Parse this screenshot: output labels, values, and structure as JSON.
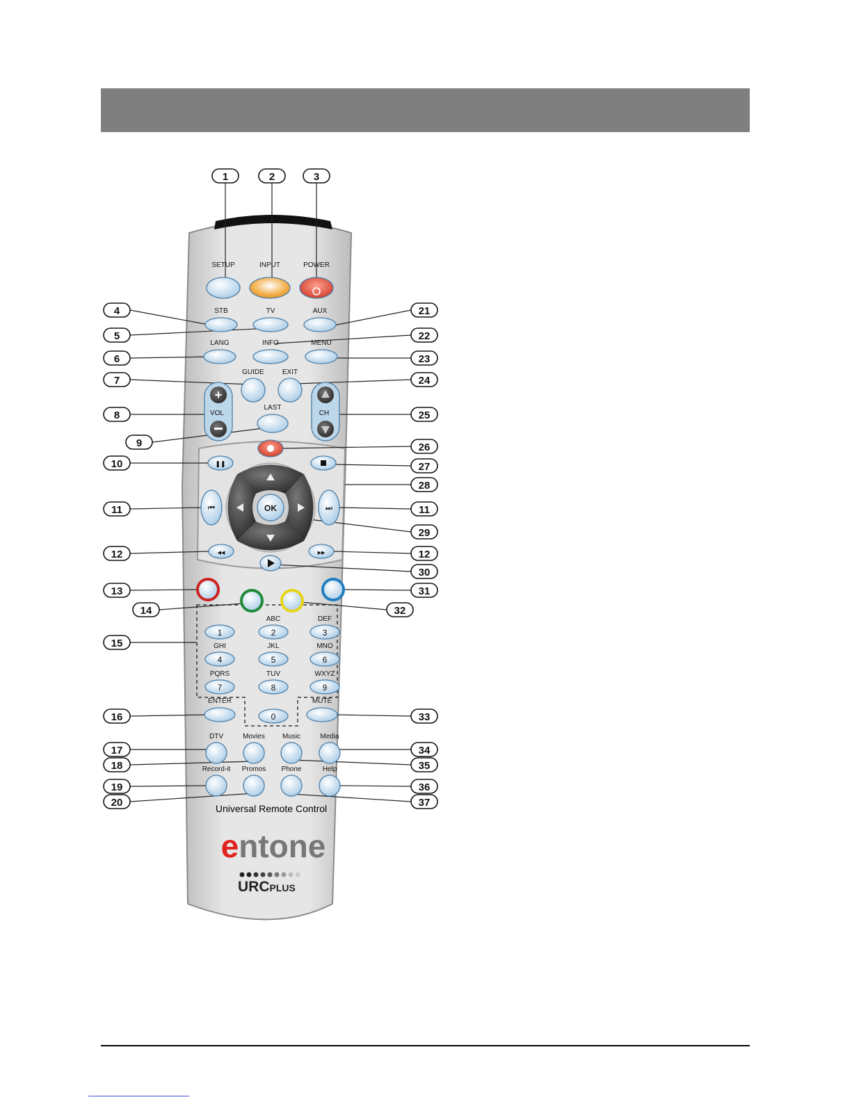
{
  "colors": {
    "header": "#7f7f7f",
    "remote_body": "#d9d9d9",
    "remote_top": "#1a1a1a",
    "button_blue": "#cfe3f2",
    "input_orange": "#f0a33a",
    "power_red": "#e0503a",
    "record_red": "#e02020",
    "color_red": "#cc2222",
    "color_green": "#1f8a3a",
    "color_yellow": "#e8d51a",
    "color_blue": "#1f7ec0",
    "brand_red": "#e0231c",
    "brand_gray": "#777777"
  },
  "remote": {
    "buttons": {
      "setup": "SETUP",
      "input": "INPUT",
      "power": "POWER",
      "stb": "STB",
      "tv": "TV",
      "aux": "AUX",
      "lang": "LANG",
      "info": "INFO",
      "menu": "MENU",
      "guide": "GUIDE",
      "exit": "EXIT",
      "vol": "VOL",
      "ch": "CH",
      "last": "LAST",
      "ok": "OK",
      "enter": "ENTER",
      "mute": "MUTE",
      "dtv": "DTV",
      "movies": "Movies",
      "music": "Music",
      "media": "Media",
      "record_it": "Record-it",
      "promos": "Promos",
      "phone": "Phone",
      "help": "Help"
    },
    "keypad": [
      {
        "digit": "1",
        "letters": ""
      },
      {
        "digit": "2",
        "letters": "ABC"
      },
      {
        "digit": "3",
        "letters": "DEF"
      },
      {
        "digit": "4",
        "letters": "GHI"
      },
      {
        "digit": "5",
        "letters": "JKL"
      },
      {
        "digit": "6",
        "letters": "MNO"
      },
      {
        "digit": "7",
        "letters": "PQRS"
      },
      {
        "digit": "8",
        "letters": "TUV"
      },
      {
        "digit": "9",
        "letters": "WXYZ"
      },
      {
        "digit": "0",
        "letters": ""
      }
    ],
    "tagline": "Universal Remote Control",
    "brand": {
      "first": "e",
      "rest": "ntone"
    },
    "sub_brand": {
      "main": "URC",
      "small": "PLUS"
    }
  },
  "callouts": [
    "1",
    "2",
    "3",
    "4",
    "5",
    "6",
    "7",
    "8",
    "9",
    "10",
    "11",
    "11",
    "12",
    "12",
    "13",
    "14",
    "15",
    "16",
    "17",
    "18",
    "19",
    "20",
    "21",
    "22",
    "23",
    "24",
    "25",
    "26",
    "27",
    "28",
    "29",
    "30",
    "31",
    "32",
    "33",
    "34",
    "35",
    "36",
    "37"
  ]
}
